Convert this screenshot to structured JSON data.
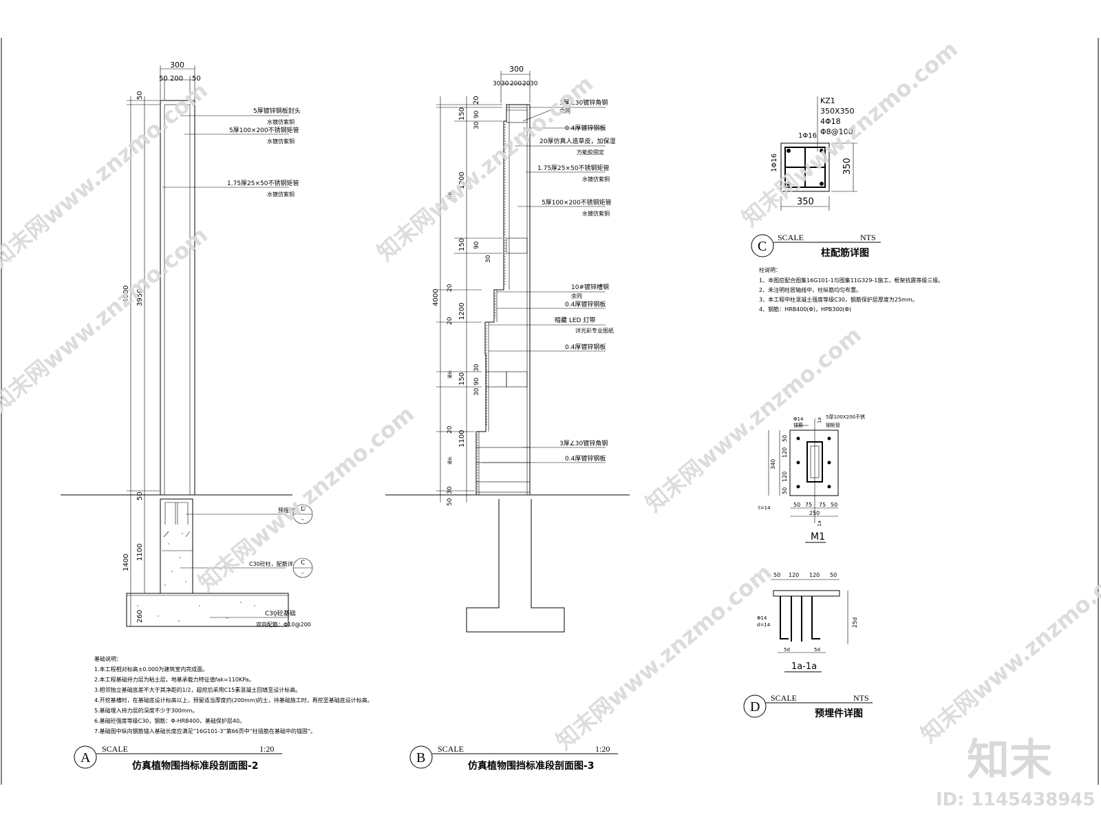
{
  "watermark": {
    "text": "知末网www.znzmo.com",
    "brand": "知末",
    "id": "ID: 1145438945"
  },
  "section_a": {
    "top_dims": [
      "300",
      "50",
      "200",
      "50"
    ],
    "side_dims": [
      "50",
      "3950",
      "4000",
      "50",
      "1100",
      "1400",
      "260"
    ],
    "labels": [
      "5厚镀锌钢板封头",
      "水镀仿紫铜",
      "5厚100×200不锈钢矩管",
      "水镀仿紫铜",
      "1.75厚25×50不锈钢矩管",
      "水镀仿紫铜",
      "预埋件",
      "C30砼柱，配筋详",
      "C30砼基础",
      "双向配筋：Φ10@200"
    ],
    "callout_d": "D",
    "callout_c": "C",
    "callout_dash": "-",
    "notes_title": "基础说明：",
    "notes": [
      "1.本工程相对标高±0.000为建筑室内完成面。",
      "2.本工程基础持力层为粘土层，地基承载力特征值fak=110KPa。",
      "3.相邻独立基础底差不大于其净距的1/2，超挖后采用C15素混凝土回填至设计标高。",
      "4.开挖基槽时，在基础底设计标高以上，预留适当厚度约(200mm)的土，待基础施工时，再挖至基础底设计标高。",
      "5.基础埋入持力层的深度不少于300mm。",
      "6.基础砼强度等级C30，钢筋：Φ-HRB400，基础保护层40。",
      "7.基础图中纵向钢筋锚入基础长度应满足“16G101-3”第66页中“柱插筋在基础中的锚固”。"
    ],
    "title_letter": "A",
    "scale_label": "SCALE",
    "scale": "1:20",
    "title": "仿真植物围挡标准段剖面图-2"
  },
  "section_b": {
    "top_dims": [
      "300",
      "30",
      "30",
      "200",
      "20",
      "30"
    ],
    "side_dims": [
      "20",
      "150",
      "90",
      "30",
      "1200",
      "150",
      "90",
      "30",
      "4000",
      "20",
      "1200",
      "20",
      "30",
      "150",
      "90",
      "30",
      "20",
      "1100",
      "30",
      "50",
      "通长"
    ],
    "labels": [
      "3厚∠30镀锌角钢",
      "余同",
      "0.4厚镀锌钢板",
      "20厚仿真人造草皮，加保湿",
      "万能胶固定",
      "1.75厚25×50不锈钢矩管",
      "水镀仿紫铜",
      "5厚100×200不锈钢矩管",
      "水镀仿紫铜",
      "10#镀锌槽钢",
      "余同",
      "0.4厚镀锌钢板",
      "暗藏 LED 灯带",
      "详光彩专业图纸",
      "0.4厚镀锌钢板",
      "3厚∠30镀锌角钢",
      "0.4厚镀锌钢板"
    ],
    "title_letter": "B",
    "scale_label": "SCALE",
    "scale": "1:20",
    "title": "仿真植物围挡标准段剖面图-3"
  },
  "section_c": {
    "labels": [
      "KZ1",
      "350X350",
      "4Φ18",
      "Φ8@100",
      "1Φ16",
      "1Φ16",
      "350",
      "350"
    ],
    "title_letter": "C",
    "scale_label": "SCALE",
    "scale": "NTS",
    "title": "柱配筋详图",
    "notes_title": "柱说明：",
    "notes": [
      "1、本图应配合图集16G101-1与图集11G329-1施工，框架抗震等级三级。",
      "2、未注明柱居轴线中，柱纵筋均匀布置。",
      "3、本工程中柱混凝土强度等级C30，钢筋保护层厚度为25mm。",
      "4、钢筋：HRB400(Φ)，HPB300(Φ)"
    ]
  },
  "section_d": {
    "m1_labels": [
      "Φ14",
      "锚筋",
      "5厚100X200不锈",
      "钢矩管",
      "1a",
      "1a",
      "50",
      "120",
      "120",
      "50",
      "340",
      "t=14",
      "50",
      "75",
      "75",
      "50",
      "250",
      "M1"
    ],
    "aa_labels": [
      "50",
      "120",
      "120",
      "50",
      "Φ14",
      "d=14",
      "25d",
      "5d",
      "5d",
      "1a-1a"
    ],
    "title_letter": "D",
    "scale_label": "SCALE",
    "scale": "NTS",
    "title": "预埋件详图"
  }
}
